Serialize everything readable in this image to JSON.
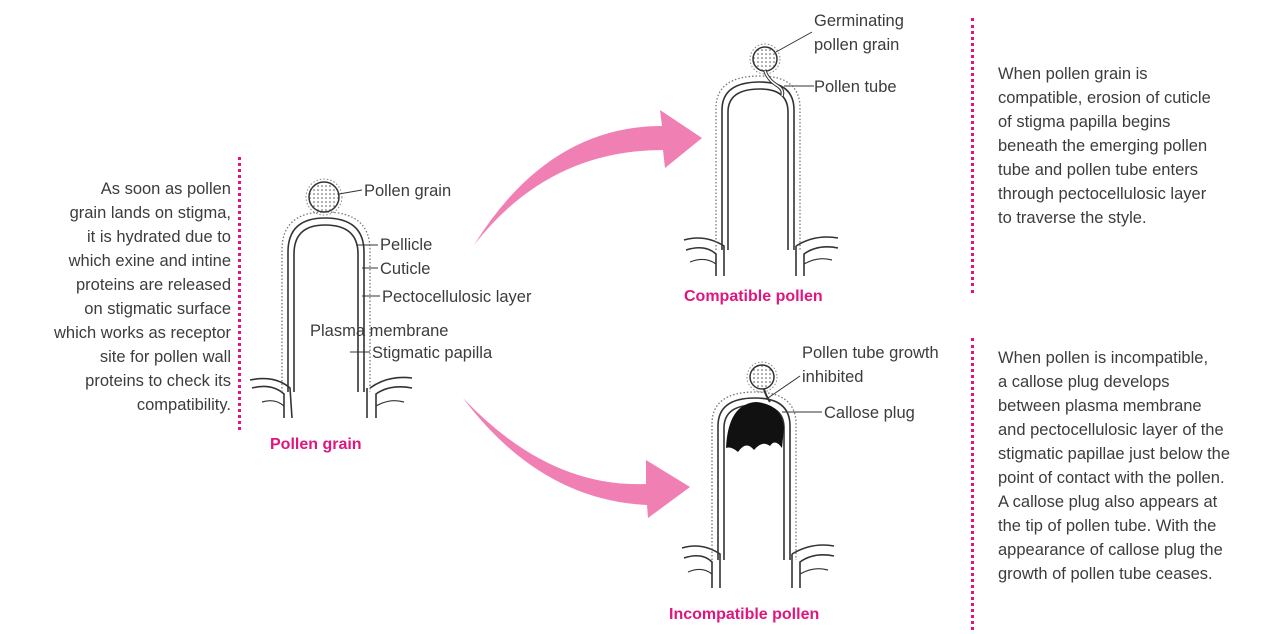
{
  "left_note": {
    "lines": [
      "As soon as pollen",
      "grain lands on stigma,",
      "it is hydrated due to",
      "which exine and intine",
      "proteins are released",
      "on stigmatic surface",
      "which works as receptor",
      "site for pollen wall",
      "proteins to check its",
      "compatibility."
    ]
  },
  "top_right_note": {
    "lines": [
      "When pollen grain is",
      "compatible, erosion of cuticle",
      "of stigma papilla begins",
      "beneath the emerging pollen",
      "tube and pollen tube enters",
      "through pectocellulosic layer",
      "to traverse the style."
    ]
  },
  "bottom_right_note": {
    "lines": [
      "When pollen is incompatible,",
      "a callose plug develops",
      "between plasma membrane",
      "and pectocellulosic layer of the",
      "stigmatic papillae just below the",
      "point of contact with the pollen.",
      "A callose plug also appears at",
      "the tip of pollen tube. With the",
      "appearance of callose plug the",
      "growth of pollen tube ceases."
    ]
  },
  "pollen_diagram": {
    "caption": "Pollen grain",
    "labels": {
      "pollen_grain": "Pollen grain",
      "pellicle": "Pellicle",
      "cuticle": "Cuticle",
      "pectocellulosic": "Pectocellulosic layer",
      "plasma_membrane": "Plasma membrane",
      "stigmatic_papilla": "Stigmatic papilla"
    }
  },
  "compatible_diagram": {
    "caption": "Compatible pollen",
    "labels": {
      "germinating_1": "Germinating",
      "germinating_2": "pollen grain",
      "pollen_tube": "Pollen tube"
    }
  },
  "incompatible_diagram": {
    "caption": "Incompatible pollen",
    "labels": {
      "growth_1": "Pollen tube growth",
      "growth_2": "inhibited",
      "callose_plug": "Callose plug"
    }
  },
  "colors": {
    "accent": "#e0157f",
    "arrow": "#f07fb4",
    "text": "#3c3c3c"
  }
}
